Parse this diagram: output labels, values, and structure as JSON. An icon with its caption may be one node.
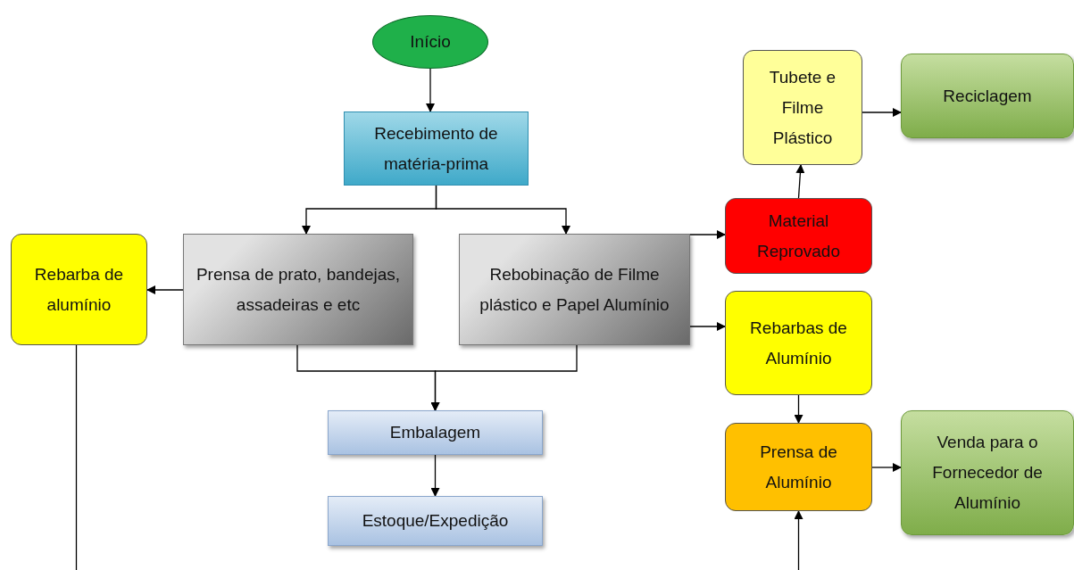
{
  "diagram": {
    "nodes": [
      {
        "text": [
          "Início"
        ]
      },
      {
        "text": [
          "Recebimento de matéria-prima"
        ]
      },
      {
        "text": [
          "Prensa de prato, bandejas, assadeiras e etc"
        ]
      },
      {
        "text": [
          "Rebobinação de Filme plástico e Papel Alumínio"
        ]
      },
      {
        "text": [
          "Rebarba de alumínio"
        ]
      },
      {
        "text": [
          "Embalagem"
        ]
      },
      {
        "text": [
          "Estoque/Expedição"
        ]
      },
      {
        "text": [
          "Tubete e Filme Plástico"
        ]
      },
      {
        "text": [
          "Reciclagem"
        ]
      },
      {
        "text": [
          "Material Reprovado"
        ]
      },
      {
        "text": [
          "Rebarbas de Alumínio"
        ]
      },
      {
        "text": [
          "Prensa de Alumínio"
        ]
      },
      {
        "text": [
          "Venda para o Fornecedor de Alumínio"
        ]
      }
    ],
    "edges": [
      {
        "from": 0,
        "to": 1,
        "arrow": "to"
      },
      {
        "from": 1,
        "to": 2,
        "arrow": "to"
      },
      {
        "from": 1,
        "to": 3,
        "arrow": "to"
      },
      {
        "from": 2,
        "to": 4,
        "arrow": "to"
      },
      {
        "from": 3,
        "to": 9,
        "arrow": "to"
      },
      {
        "from": 3,
        "to": 10,
        "arrow": "to"
      },
      {
        "from": 9,
        "to": 7,
        "arrow": "to"
      },
      {
        "from": 7,
        "to": 8,
        "arrow": "to"
      },
      {
        "from": 2,
        "to": 5,
        "arrow": "to"
      },
      {
        "from": 3,
        "to": 5,
        "arrow": "to"
      },
      {
        "from": 5,
        "to": 6,
        "arrow": "to"
      },
      {
        "from": 10,
        "to": 11,
        "arrow": "to"
      },
      {
        "from": 11,
        "to": 12,
        "arrow": "to"
      },
      {
        "from": 4,
        "to": null,
        "arrow": "none"
      },
      {
        "from": null,
        "to": 11,
        "arrow": "to"
      }
    ]
  }
}
